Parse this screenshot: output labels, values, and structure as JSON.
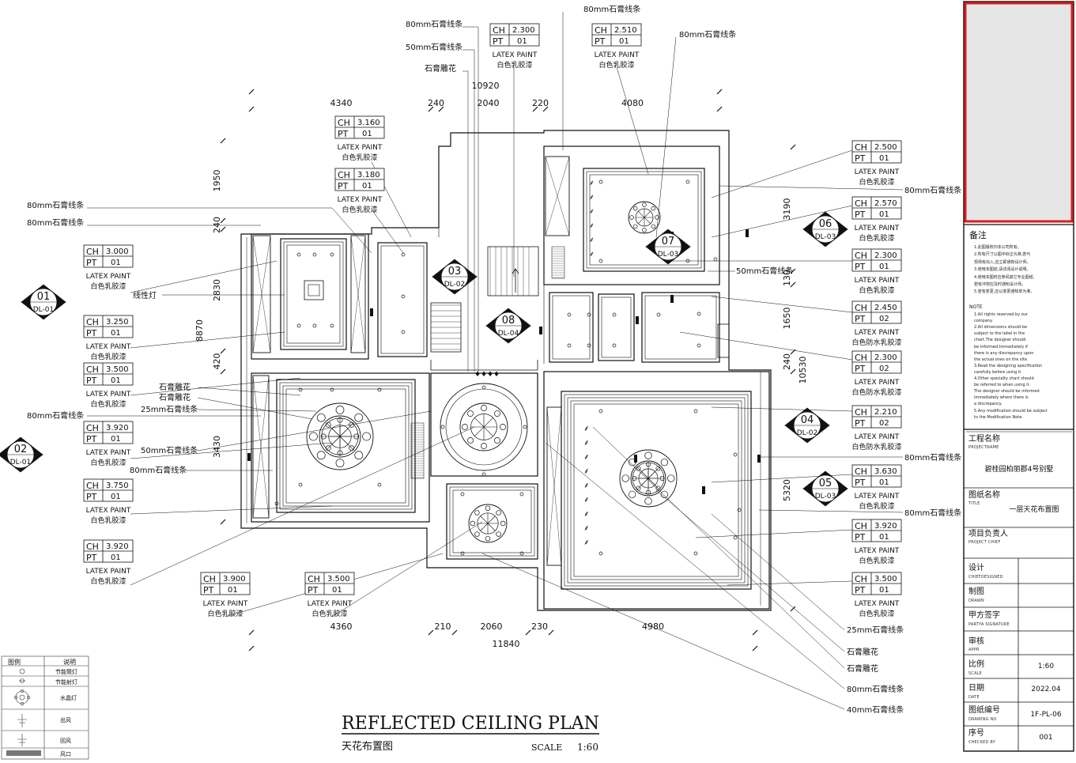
{
  "title": {
    "main": "REFLECTED  CEILING   PLAN",
    "sub": "天花布置图",
    "scale_label": "SCALE",
    "scale_value": "1:60"
  },
  "tags": [
    {
      "ch": "2.300",
      "pt": "01",
      "mat": "LATEX PAINT",
      "mat_cn": "白色乳胶漆"
    },
    {
      "ch": "2.510",
      "pt": "01",
      "mat": "LATEX PAINT",
      "mat_cn": "白色乳胶漆"
    },
    {
      "ch": "3.160",
      "pt": "01",
      "mat": "LATEX PAINT",
      "mat_cn": "白色乳胶漆"
    },
    {
      "ch": "3.180",
      "pt": "01",
      "mat": "LATEX PAINT",
      "mat_cn": "白色乳胶漆"
    },
    {
      "ch": "3.000",
      "pt": "01",
      "mat": "LATEX PAINT",
      "mat_cn": "白色乳胶漆"
    },
    {
      "ch": "3.250",
      "pt": "01",
      "mat": "LATEX PAINT",
      "mat_cn": "白色乳胶漆"
    },
    {
      "ch": "3.500",
      "pt": "01",
      "mat": "LATEX PAINT",
      "mat_cn": "白色乳胶漆"
    },
    {
      "ch": "3.920",
      "pt": "01",
      "mat": "LATEX PAINT",
      "mat_cn": "白色乳胶漆"
    },
    {
      "ch": "3.750",
      "pt": "01",
      "mat": "LATEX PAINT",
      "mat_cn": "白色乳胶漆"
    },
    {
      "ch": "3.920",
      "pt": "01",
      "mat": "LATEX PAINT",
      "mat_cn": "白色乳胶漆"
    },
    {
      "ch": "3.900",
      "pt": "01",
      "mat": "LATEX PAINT",
      "mat_cn": "白色乳胶漆"
    },
    {
      "ch": "3.500",
      "pt": "01",
      "mat": "LATEX PAINT",
      "mat_cn": "白色乳胶漆"
    },
    {
      "ch": "2.500",
      "pt": "01",
      "mat": "LATEX PAINT",
      "mat_cn": "白色乳胶漆"
    },
    {
      "ch": "2.570",
      "pt": "01",
      "mat": "LATEX PAINT",
      "mat_cn": "白色乳胶漆"
    },
    {
      "ch": "2.300",
      "pt": "01",
      "mat": "LATEX PAINT",
      "mat_cn": "白色乳胶漆"
    },
    {
      "ch": "2.450",
      "pt": "02",
      "mat": "LATEX PAINT",
      "mat_cn": "白色防水乳胶漆"
    },
    {
      "ch": "2.300",
      "pt": "02",
      "mat": "LATEX PAINT",
      "mat_cn": "白色防水乳胶漆"
    },
    {
      "ch": "2.210",
      "pt": "02",
      "mat": "LATEX PAINT",
      "mat_cn": "白色防水乳胶漆"
    },
    {
      "ch": "3.630",
      "pt": "01",
      "mat": "LATEX PAINT",
      "mat_cn": "白色乳胶漆"
    },
    {
      "ch": "3.920",
      "pt": "01",
      "mat": "LATEX PAINT",
      "mat_cn": "白色乳胶漆"
    },
    {
      "ch": "3.500",
      "pt": "01",
      "mat": "LATEX PAINT",
      "mat_cn": "白色乳胶漆"
    }
  ],
  "callouts": [
    {
      "label": "80mm石膏线条"
    },
    {
      "label": "50mm石膏线条"
    },
    {
      "label": "石膏雕花"
    },
    {
      "label": "80mm石膏线条"
    },
    {
      "label": "80mm石膏线条"
    },
    {
      "label": "80mm石膏线条"
    },
    {
      "label": "80mm石膏线条"
    },
    {
      "label": "线性灯"
    },
    {
      "label": "石膏雕花"
    },
    {
      "label": "石膏雕花"
    },
    {
      "label": "25mm石膏线条"
    },
    {
      "label": "80mm石膏线条"
    },
    {
      "label": "50mm石膏线条"
    },
    {
      "label": "80mm石膏线条"
    },
    {
      "label": "80mm石膏线条"
    },
    {
      "label": "50mm石膏线条"
    },
    {
      "label": "80mm石膏线条"
    },
    {
      "label": "80mm石膏线条"
    },
    {
      "label": "25mm石膏线条"
    },
    {
      "label": "石膏雕花"
    },
    {
      "label": "石膏雕花"
    },
    {
      "label": "80mm石膏线条"
    },
    {
      "label": "40mm石膏线条"
    }
  ],
  "section_marks": [
    {
      "num": "01",
      "ref": "DL-01"
    },
    {
      "num": "02",
      "ref": "DL-01"
    },
    {
      "num": "03",
      "ref": "DL-02"
    },
    {
      "num": "08",
      "ref": "DL-04"
    },
    {
      "num": "07",
      "ref": "DL-03"
    },
    {
      "num": "06",
      "ref": "DL-03"
    },
    {
      "num": "04",
      "ref": "DL-02"
    },
    {
      "num": "05",
      "ref": "DL-03"
    }
  ],
  "dims": {
    "top_total": "10920",
    "top": [
      "4340",
      "240",
      "2040",
      "220",
      "4080"
    ],
    "bottom_total": "11840",
    "bottom": [
      "4360",
      "210",
      "2060",
      "230",
      "4980"
    ],
    "left_total": "8870",
    "left": [
      "1950",
      "240",
      "2830",
      "420",
      "3430"
    ],
    "right_total": "10530",
    "right": [
      "3190",
      "130",
      "1650",
      "240",
      "5320"
    ]
  },
  "legend": {
    "header_col1": "图例",
    "header_col2": "说明",
    "rows": [
      {
        "icon": "downlight-icon",
        "label": "节能筒灯"
      },
      {
        "icon": "spotlight-icon",
        "label": "节能射灯"
      },
      {
        "icon": "chandelier-icon",
        "label": "水晶灯"
      },
      {
        "icon": "supply-vent-icon",
        "label": "出风"
      },
      {
        "icon": "return-vent-icon",
        "label": "回风"
      },
      {
        "icon": "air-outlet-icon",
        "label": "风口"
      }
    ]
  },
  "title_block": {
    "notes_title": "备注",
    "notes_cn": [
      "1.此图版权归本公司所有。",
      "2.所有尺寸以图中标注为准,若与",
      "  现场有出入,应立即通知设计师。",
      "3.使用本图前,请详阅设计说明。",
      "4.使用本图时应参阅其它专业图纸,",
      "  若有冲突应及时通知设计师。",
      "5.若有变更,应以变更通知单为准。"
    ],
    "note_en_title": "NOTE",
    "notes_en": [
      "1.All rights reserved by our",
      "  company.",
      "2.All dimensions should be",
      "  subject to the label in the",
      "  chart.The designer  should",
      "  be informed.Immediately if",
      "  there is any discrepancy upon",
      "  the actual ones on the site.",
      "3.Read the designing specification",
      "  carefully before using  it.",
      "4.Other specialty chart should",
      "  be referred to when using  it.",
      "  The designer  should  be informed",
      "  immediately where there is",
      "  a discrepancy.",
      "5.Any modification should be subject",
      "  to the Modification Note."
    ],
    "project_label": "工程名称",
    "project_label_en": "PROJECTNAME",
    "project_value": "碧桂园柏丽郡4号别墅",
    "drawing_label": "图纸名称",
    "drawing_label_en": "TITLE",
    "drawing_value": "一层天花布置图",
    "chief_label": "项目负责人",
    "chief_label_en": "PROJECT CHIEF",
    "design_label": "设计",
    "design_label_en": "CHIEFDESIGNED",
    "drawn_label": "制图",
    "drawn_label_en": "DRAWN",
    "party_label": "甲方签字",
    "party_label_en": "PARTYA SIGNATURE",
    "appr_label": "审核",
    "appr_label_en": "APPR",
    "scale_label": "比例",
    "scale_label_en": "SCALE",
    "scale_value": "1:60",
    "date_label": "日期",
    "date_label_en": "DATE",
    "date_value": "2022.04",
    "dwg_no_label": "图纸编号",
    "dwg_no_label_en": "DRAWING NO",
    "dwg_no_value": "1F-PL-06",
    "seq_label": "序号",
    "seq_label_en": "CHECKED BY",
    "seq_value": "001"
  },
  "colors": {
    "ink": "#111111",
    "logo_frame": "#d81e1e",
    "logo_fill": "#e6e6e6",
    "vent": "#777777"
  }
}
